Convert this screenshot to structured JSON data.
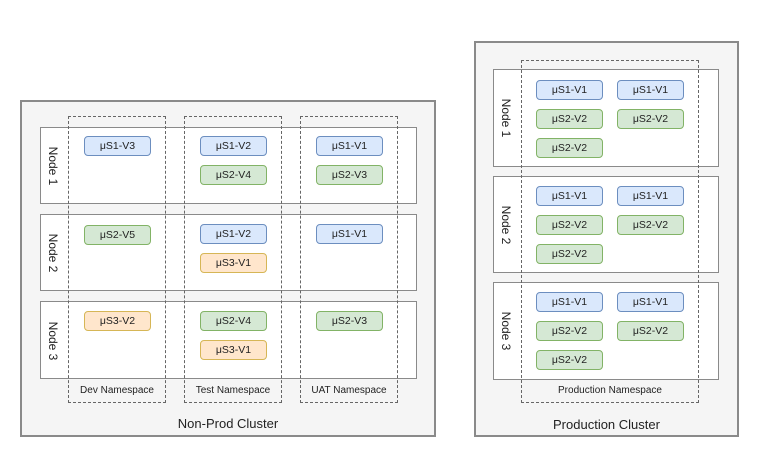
{
  "nonprod": {
    "title": "Non-Prod Cluster",
    "namespaces": [
      "Dev Namespace",
      "Test Namespace",
      "UAT Namespace"
    ],
    "nodes": [
      "Node 1",
      "Node 2",
      "Node 3"
    ],
    "services": {
      "dev": [
        "μS1-V3",
        "μS2-V5",
        "μS3-V2"
      ],
      "test": [
        "μS1-V2",
        "μS2-V4",
        "μS1-V2",
        "μS3-V1",
        "μS2-V4",
        "μS3-V1"
      ],
      "uat": [
        "μS1-V1",
        "μS2-V3",
        "μS1-V1",
        "μS2-V3"
      ]
    }
  },
  "prod": {
    "title": "Production Cluster",
    "namespace": "Production Namespace",
    "nodes": [
      "Node 1",
      "Node 2",
      "Node 3"
    ],
    "services": [
      "μS1-V1",
      "μS1-V1",
      "μS2-V2",
      "μS2-V2",
      "μS2-V2"
    ]
  },
  "colors": {
    "blue": "#dae8fc",
    "green": "#d5e8d4",
    "orange": "#ffe6cc"
  }
}
